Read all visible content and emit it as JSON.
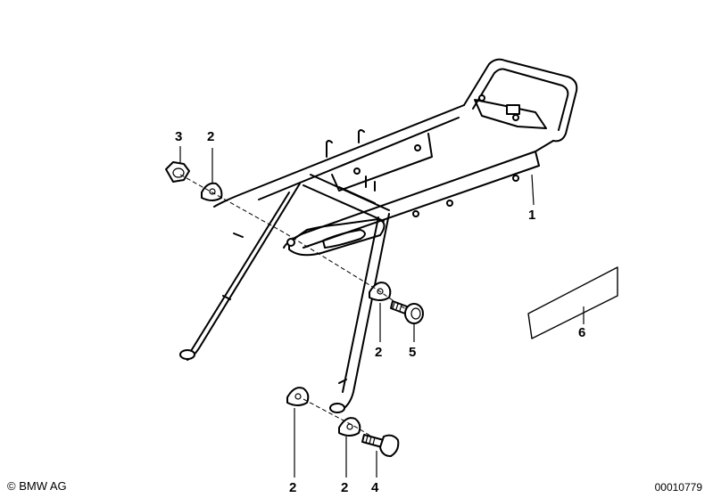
{
  "callouts": {
    "c1": "1",
    "c2a": "2",
    "c2b": "2",
    "c2c": "2",
    "c2d": "2",
    "c3": "3",
    "c4": "4",
    "c5": "5",
    "c6": "6"
  },
  "footer": {
    "copyright": "© BMW AG",
    "diagram_id": "00010779"
  }
}
